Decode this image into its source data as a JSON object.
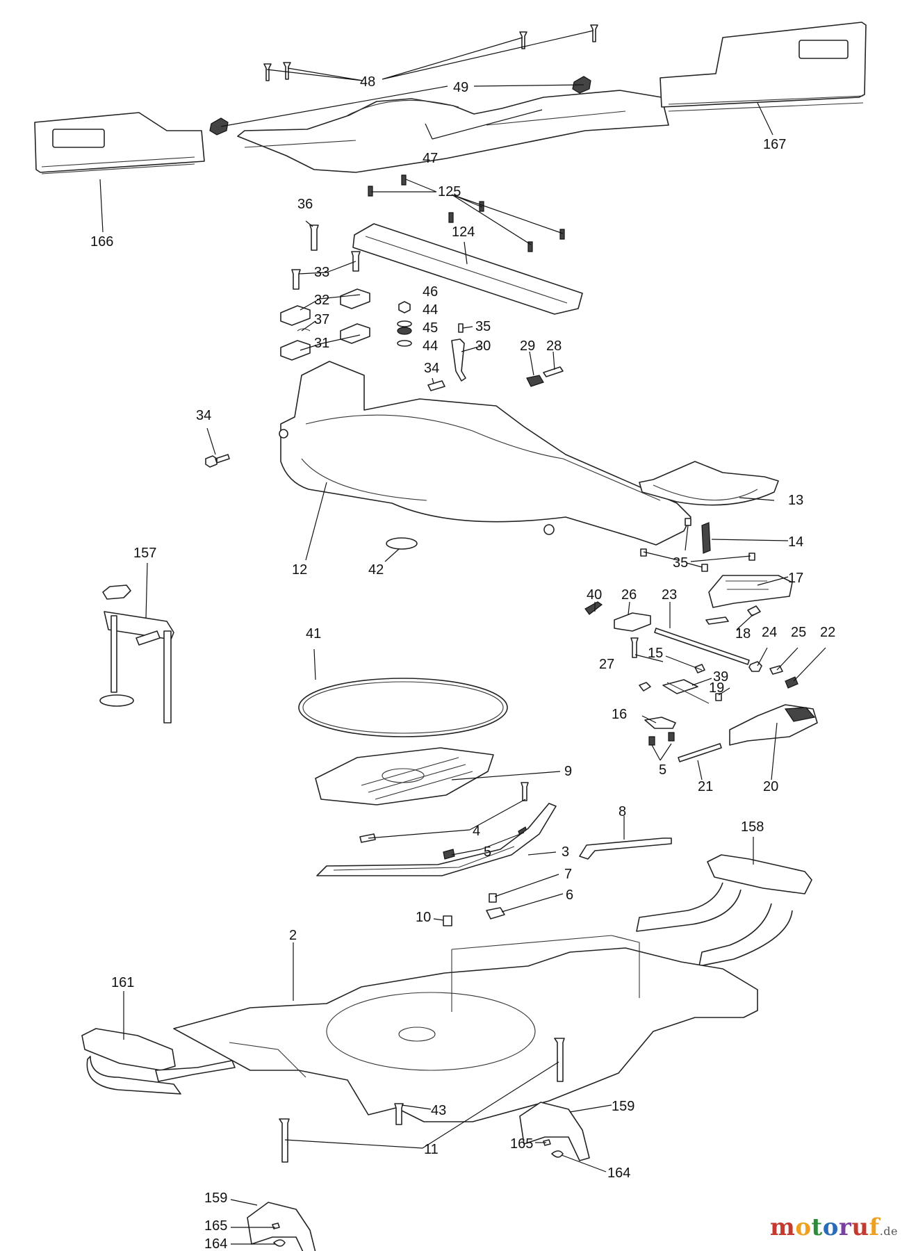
{
  "watermark": {
    "name": "motoruf",
    "domain": ".de",
    "colors": [
      "#c43a2f",
      "#f0a020",
      "#2e8b3a",
      "#2a6bb8",
      "#7a3fa0",
      "#c43a2f",
      "#f0a020"
    ]
  },
  "parts": [
    {
      "key": "p48",
      "text": "48"
    },
    {
      "key": "p49",
      "text": "49"
    },
    {
      "key": "p47",
      "text": "47"
    },
    {
      "key": "p167",
      "text": "167"
    },
    {
      "key": "p166",
      "text": "166"
    },
    {
      "key": "p125",
      "text": "125"
    },
    {
      "key": "p36",
      "text": "36"
    },
    {
      "key": "p124",
      "text": "124"
    },
    {
      "key": "p33",
      "text": "33"
    },
    {
      "key": "p46",
      "text": "46"
    },
    {
      "key": "p44a",
      "text": "44"
    },
    {
      "key": "p32",
      "text": "32"
    },
    {
      "key": "p37",
      "text": "37"
    },
    {
      "key": "p45",
      "text": "45"
    },
    {
      "key": "p35a",
      "text": "35"
    },
    {
      "key": "p31",
      "text": "31"
    },
    {
      "key": "p44b",
      "text": "44"
    },
    {
      "key": "p30",
      "text": "30"
    },
    {
      "key": "p29",
      "text": "29"
    },
    {
      "key": "p28",
      "text": "28"
    },
    {
      "key": "p34a",
      "text": "34"
    },
    {
      "key": "p34b",
      "text": "34"
    },
    {
      "key": "p13",
      "text": "13"
    },
    {
      "key": "p14",
      "text": "14"
    },
    {
      "key": "p35b",
      "text": "35"
    },
    {
      "key": "p12",
      "text": "12"
    },
    {
      "key": "p42",
      "text": "42"
    },
    {
      "key": "p157",
      "text": "157"
    },
    {
      "key": "p17",
      "text": "17"
    },
    {
      "key": "p40",
      "text": "40"
    },
    {
      "key": "p26",
      "text": "26"
    },
    {
      "key": "p23",
      "text": "23"
    },
    {
      "key": "p18",
      "text": "18"
    },
    {
      "key": "p41",
      "text": "41"
    },
    {
      "key": "p24",
      "text": "24"
    },
    {
      "key": "p25",
      "text": "25"
    },
    {
      "key": "p22",
      "text": "22"
    },
    {
      "key": "p27",
      "text": "27"
    },
    {
      "key": "p15",
      "text": "15"
    },
    {
      "key": "p39",
      "text": "39"
    },
    {
      "key": "p19",
      "text": "19"
    },
    {
      "key": "p16",
      "text": "16"
    },
    {
      "key": "p5a",
      "text": "5"
    },
    {
      "key": "p21",
      "text": "21"
    },
    {
      "key": "p20",
      "text": "20"
    },
    {
      "key": "p9",
      "text": "9"
    },
    {
      "key": "p8",
      "text": "8"
    },
    {
      "key": "p158",
      "text": "158"
    },
    {
      "key": "p4",
      "text": "4"
    },
    {
      "key": "p5b",
      "text": "5"
    },
    {
      "key": "p3",
      "text": "3"
    },
    {
      "key": "p7",
      "text": "7"
    },
    {
      "key": "p6",
      "text": "6"
    },
    {
      "key": "p10",
      "text": "10"
    },
    {
      "key": "p2",
      "text": "2"
    },
    {
      "key": "p161",
      "text": "161"
    },
    {
      "key": "p43",
      "text": "43"
    },
    {
      "key": "p159a",
      "text": "159"
    },
    {
      "key": "p11",
      "text": "11"
    },
    {
      "key": "p165a",
      "text": "165"
    },
    {
      "key": "p164a",
      "text": "164"
    },
    {
      "key": "p159b",
      "text": "159"
    },
    {
      "key": "p165b",
      "text": "165"
    },
    {
      "key": "p164b",
      "text": "164"
    }
  ]
}
